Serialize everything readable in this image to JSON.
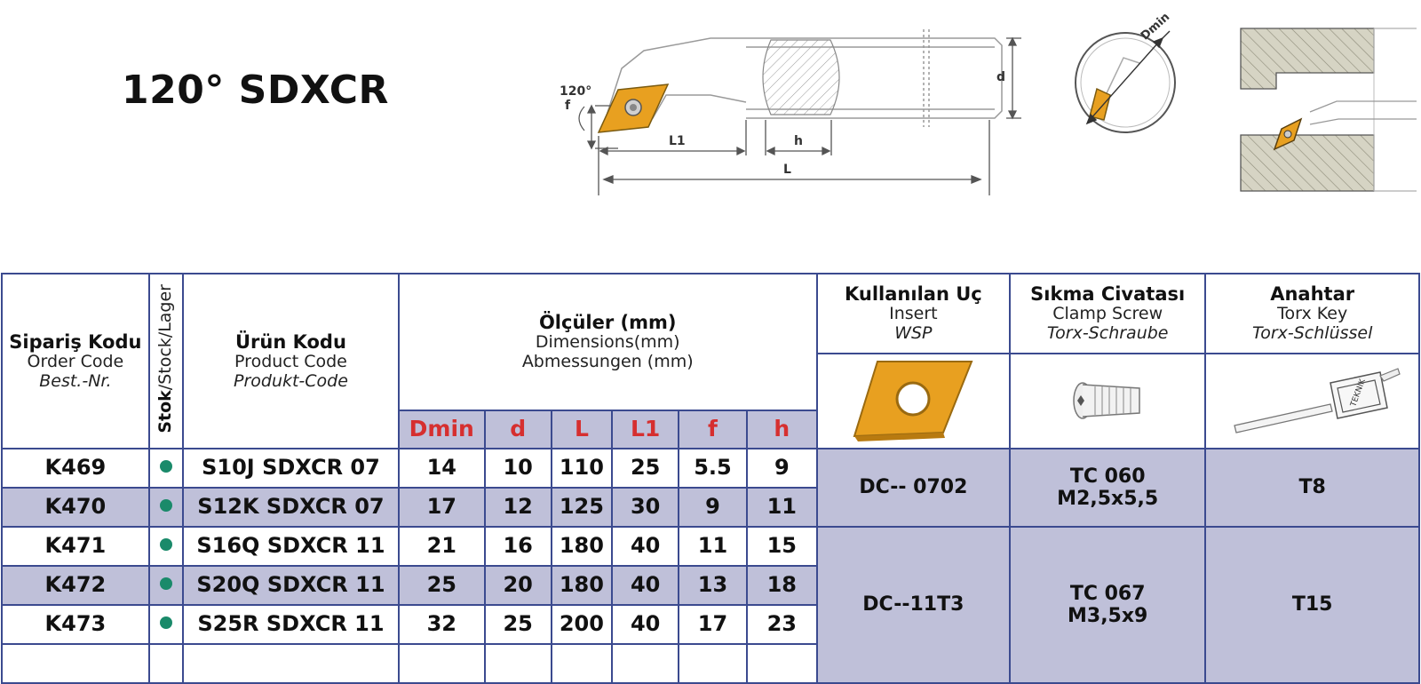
{
  "title": "120° SDXCR",
  "drawing": {
    "angle": "120°",
    "f": "f",
    "L1": "L1",
    "L": "L",
    "h": "h",
    "d": "d",
    "dmin": "Dmin",
    "key_tag": "TEKNIK"
  },
  "colors": {
    "border": "#3b4a8f",
    "shade": "#bfc0d9",
    "dim_header": "#d62f2f",
    "stock_dot": "#1a8a6a",
    "insert": "#e8a020"
  },
  "table": {
    "order_code": {
      "tr": "Sipariş Kodu",
      "en": "Order Code",
      "de": "Best.-Nr."
    },
    "stock": {
      "tr": "Stok",
      "rest": "/Stock/Lager"
    },
    "product_code": {
      "tr": "Ürün Kodu",
      "en": "Product Code",
      "de": "Produkt-Code"
    },
    "dimensions": {
      "tr": "Ölçüler (mm)",
      "en": "Dimensions(mm)",
      "de": "Abmessungen (mm)"
    },
    "insert": {
      "tr": "Kullanılan Uç",
      "en": "Insert",
      "de": "WSP"
    },
    "clamp": {
      "tr": "Sıkma Civatası",
      "en": "Clamp Screw",
      "de": "Torx-Schraube"
    },
    "key": {
      "tr": "Anahtar",
      "en": "Torx Key",
      "de": "Torx-Schlüssel"
    },
    "dim_columns": [
      "Dmin",
      "d",
      "L",
      "L1",
      "f",
      "h"
    ],
    "rows": [
      {
        "order": "K469",
        "stock": "●",
        "product": "S10J SDXCR 07",
        "dims": [
          "14",
          "10",
          "110",
          "25",
          "5.5",
          "9"
        ]
      },
      {
        "order": "K470",
        "stock": "●",
        "product": "S12K SDXCR 07",
        "dims": [
          "17",
          "12",
          "125",
          "30",
          "9",
          "11"
        ]
      },
      {
        "order": "K471",
        "stock": "●",
        "product": "S16Q SDXCR 11",
        "dims": [
          "21",
          "16",
          "180",
          "40",
          "11",
          "15"
        ]
      },
      {
        "order": "K472",
        "stock": "●",
        "product": "S20Q SDXCR 11",
        "dims": [
          "25",
          "20",
          "180",
          "40",
          "13",
          "18"
        ]
      },
      {
        "order": "K473",
        "stock": "●",
        "product": "S25R SDXCR 11",
        "dims": [
          "32",
          "25",
          "200",
          "40",
          "17",
          "23"
        ]
      }
    ],
    "groups": [
      {
        "insert": "DC-- 0702",
        "screw_line1": "TC 060",
        "screw_line2": "M2,5x5,5",
        "key": "T8"
      },
      {
        "insert": "DC--11T3",
        "screw_line1": "TC 067",
        "screw_line2": "M3,5x9",
        "key": "T15"
      }
    ]
  }
}
